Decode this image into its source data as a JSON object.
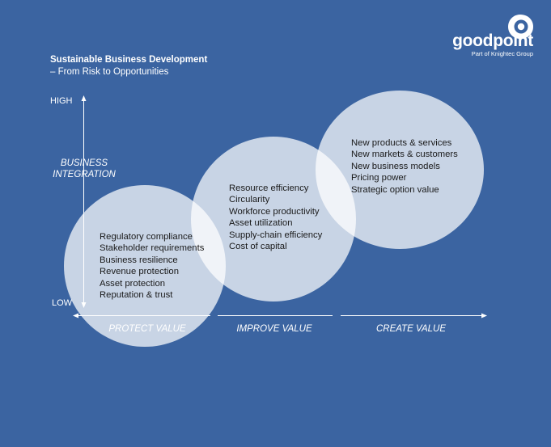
{
  "header": {
    "title": "Sustainable Business Development",
    "subtitle": "– From Risk to Opportunities"
  },
  "logo": {
    "wordmark": "goodpoint",
    "tagline": "Part of Knightec Group",
    "icon": "eye-icon"
  },
  "axis": {
    "high": "HIGH",
    "low": "LOW",
    "integration_line1": "BUSINESS",
    "integration_line2": "INTEGRATION"
  },
  "circles": [
    {
      "items": [
        "Regulatory compliance",
        "Stakeholder requirements",
        "Business resilience",
        "Revenue protection",
        "Asset protection",
        "Reputation & trust"
      ],
      "label": "PROTECT VALUE"
    },
    {
      "items": [
        "Resource efficiency",
        "Circularity",
        "Workforce productivity",
        "Asset utilization",
        "Supply-chain efficiency",
        "Cost of capital"
      ],
      "label": "IMPROVE VALUE"
    },
    {
      "items": [
        "New products & services",
        "New markets & customers",
        "New business models",
        "Pricing power",
        "Strategic option value"
      ],
      "label": "CREATE VALUE"
    }
  ],
  "colors": {
    "background": "#3b64a1",
    "circle_fill": "#ffffff",
    "text_dark": "#1a1a1a"
  }
}
